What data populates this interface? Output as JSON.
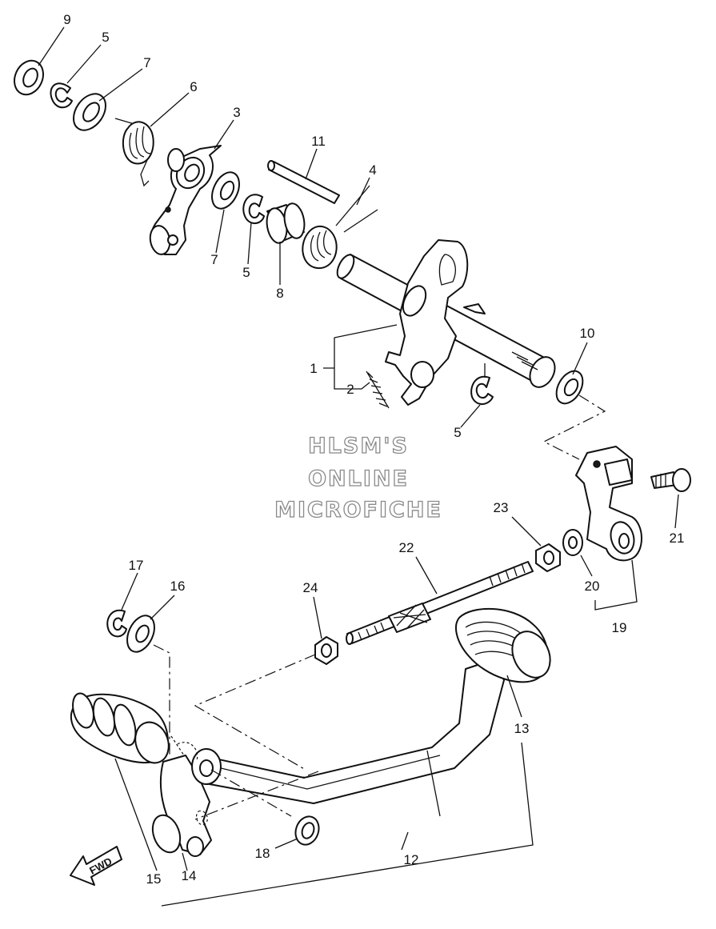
{
  "callouts": {
    "n1": "1",
    "n2": "2",
    "n3": "3",
    "n4": "4",
    "n5a": "5",
    "n5b": "5",
    "n5c": "5",
    "n6": "6",
    "n7a": "7",
    "n7b": "7",
    "n8": "8",
    "n9": "9",
    "n10": "10",
    "n11": "11",
    "n12": "12",
    "n13": "13",
    "n14": "14",
    "n15": "15",
    "n16": "16",
    "n17": "17",
    "n18": "18",
    "n19": "19",
    "n20": "20",
    "n21": "21",
    "n22": "22",
    "n23": "23",
    "n24": "24"
  },
  "watermark": {
    "line1": "HLSM'S",
    "line2": "ONLINE",
    "line3": "MICROFICHE"
  },
  "fwd_label": "FWD",
  "colors": {
    "ink": "#111111",
    "watermark_outline": "#8a8a8a",
    "background": "#ffffff"
  }
}
